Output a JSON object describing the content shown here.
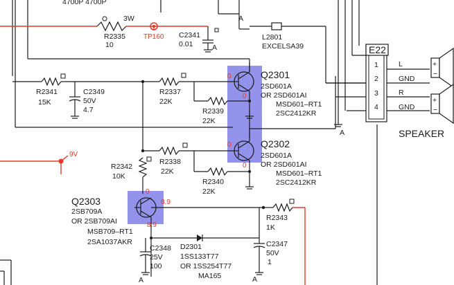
{
  "colors": {
    "ink": "#1a1a1a",
    "red": "#e03a2a",
    "highlight": "#3b3bdc"
  },
  "top_caps": "4700P  4700P",
  "r2335": {
    "ref": "R2335",
    "value": "10",
    "power": "3W"
  },
  "tp160": "TP160",
  "c2341": {
    "ref": "C2341",
    "value": "0.01"
  },
  "l2801": {
    "ref": "L2801",
    "value": "EXCELSA39"
  },
  "r2341": {
    "ref": "R2341",
    "value": "15K"
  },
  "c2349": {
    "ref": "C2349",
    "rating": "50V",
    "value": "4.7"
  },
  "r2337": {
    "ref": "R2337",
    "value": "22K"
  },
  "r2339": {
    "ref": "R2339",
    "value": "22K"
  },
  "q2301": {
    "ref": "Q2301",
    "l1": "2SD601A",
    "l2": "OR  2SD601AI",
    "l3": "MSD601–RT1",
    "l4": "2SC2412KR"
  },
  "q2302": {
    "ref": "Q2302",
    "l1": "2SD601A",
    "l2": "OR  2SD601AI",
    "l3": "MSD601–RT1",
    "l4": "2SC2412KR"
  },
  "r2338": {
    "ref": "R2338",
    "value": "22K"
  },
  "r2340": {
    "ref": "R2340",
    "value": "22K"
  },
  "r2342": {
    "ref": "R2342",
    "value": "10K"
  },
  "supply": "9V",
  "q2303": {
    "ref": "Q2303",
    "l1": "2SB709A",
    "l2": "OR  2SB709AI",
    "l3": "MSB709–RT1",
    "l4": "2SA1037AKR"
  },
  "voltages": {
    "q2301_b": "0",
    "q2301_e": "0",
    "q2302_b": "0",
    "q2302_e": "0",
    "q2303_b": "0",
    "q2303_c": "8.9",
    "q2303_e": "8.9"
  },
  "r2343": {
    "ref": "R2343",
    "value": "1K"
  },
  "c2347": {
    "ref": "C2347",
    "rating": "50V",
    "value": "1"
  },
  "c2348": {
    "ref": "C2348",
    "rating": "25V",
    "value": "100"
  },
  "d2301": {
    "ref": "D2301",
    "l1": "1SS133T77",
    "l2": "OR  1SS254T77",
    "l3": "MA165"
  },
  "ground": "A",
  "connector": {
    "ref": "E22",
    "pins": [
      "1",
      "2",
      "3",
      "4"
    ],
    "signals": [
      "L",
      "GND",
      "R",
      "GND"
    ]
  },
  "speaker_label": "SPEAKER",
  "plus": "+",
  "minus": "−"
}
